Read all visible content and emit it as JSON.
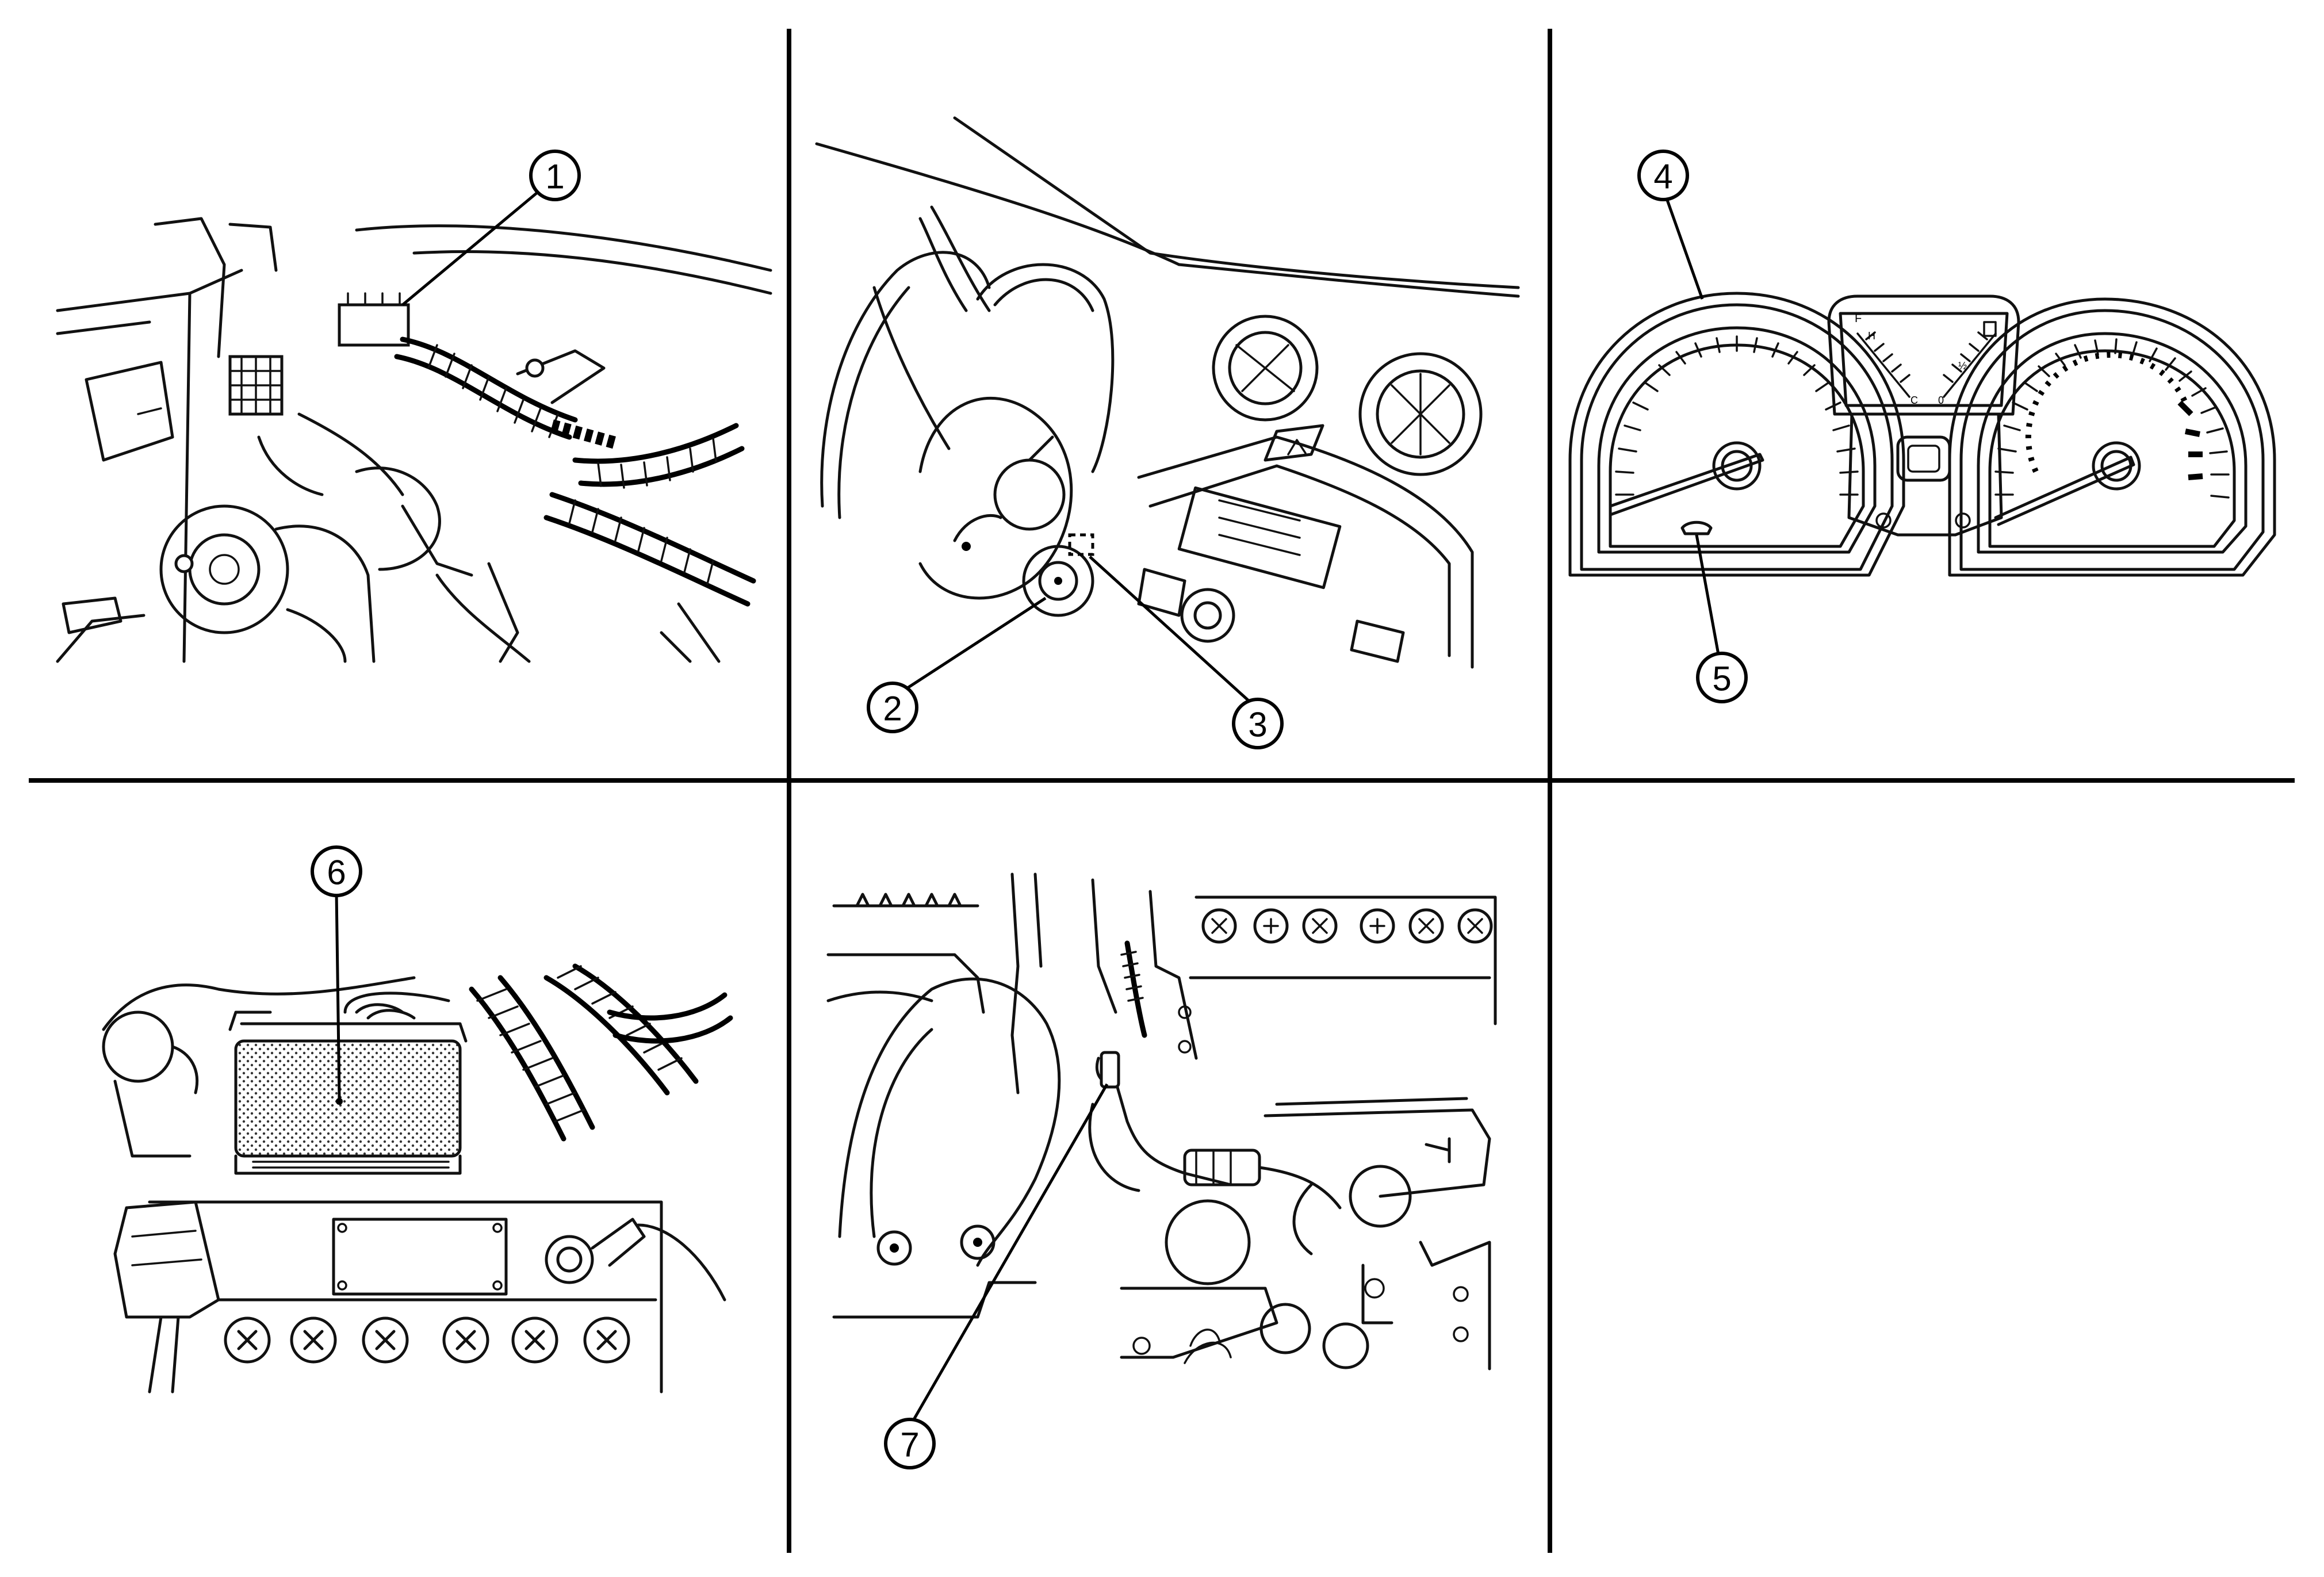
{
  "callouts": [
    {
      "id": "1",
      "label": "1"
    },
    {
      "id": "2",
      "label": "2"
    },
    {
      "id": "3",
      "label": "3"
    },
    {
      "id": "4",
      "label": "4"
    },
    {
      "id": "5",
      "label": "5"
    },
    {
      "id": "6",
      "label": "6"
    },
    {
      "id": "7",
      "label": "7"
    }
  ],
  "gauge_marks": {
    "fuel_top_left": "F",
    "fuel_h": "H",
    "fuel_c": "C",
    "fuel_half": "½",
    "fuel_zero": "0"
  }
}
